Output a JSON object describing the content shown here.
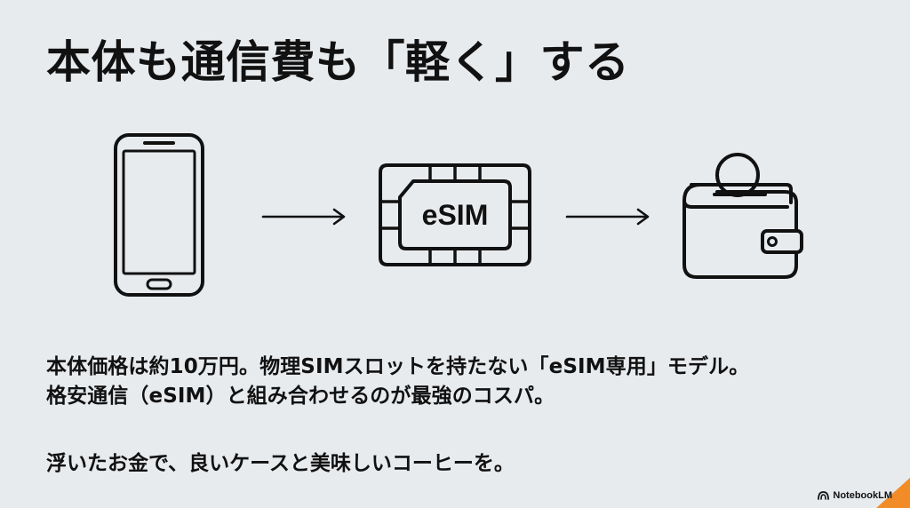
{
  "slide": {
    "title": "本体も通信費も「軽く」する",
    "body_lines": [
      "本体価格は約10万円。物理SIMスロットを持たない「eSIM専用」モデル。",
      "格安通信（eSIM）と組み合わせるのが最強のコスパ。"
    ],
    "tagline": "浮いたお金で、良いケースと美味しいコーヒーを。",
    "diagram": {
      "sim_label": "eSIM",
      "icons": [
        "smartphone-icon",
        "arrow-right-icon",
        "sim-card-icon",
        "arrow-right-icon",
        "wallet-icon",
        "coin-icon"
      ]
    },
    "brand": {
      "name": "NotebookLM",
      "icon": "notebooklm-logo-icon"
    },
    "colors": {
      "background": "#e8ebee",
      "text": "#111111",
      "accent": "#f28c28"
    }
  }
}
